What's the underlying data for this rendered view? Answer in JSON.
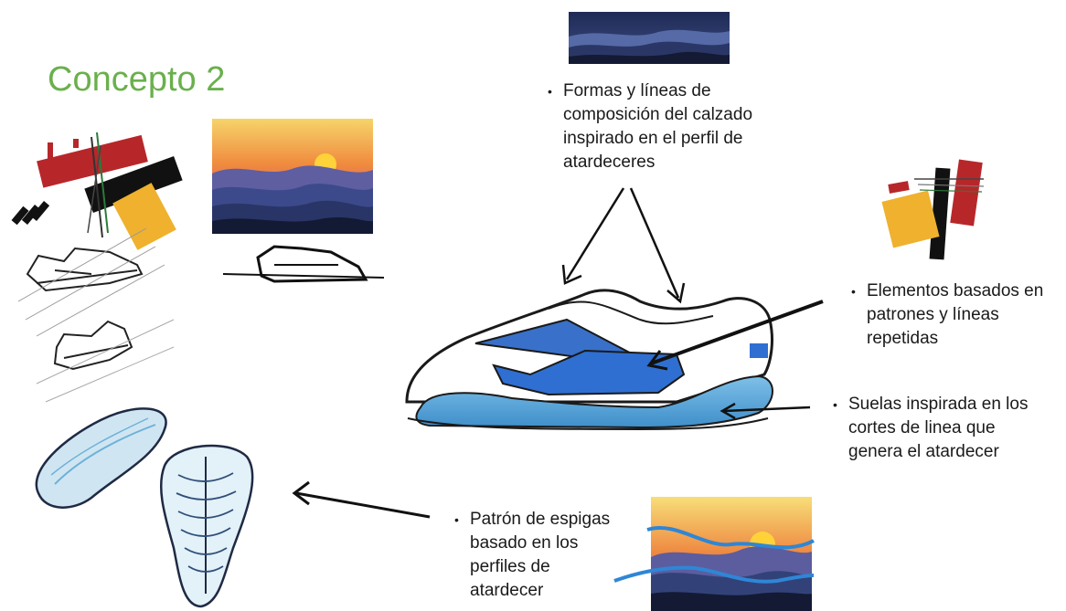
{
  "title": "Concepto 2",
  "notes": {
    "forms": [
      "Formas y líneas de",
      "composición  del calzado",
      "inspirado en el perfil de",
      "atardeceres"
    ],
    "elements": [
      "Elementos basados en",
      "patrones y líneas",
      "repetidas"
    ],
    "soles": [
      "Suelas inspirada en los",
      "cortes de linea que",
      "genera el atardecer"
    ],
    "pattern": [
      "Patrón de espigas",
      "basado en los",
      "perfiles de",
      "atardecer"
    ]
  },
  "bullet": "•",
  "colors": {
    "title": "#6ab04c",
    "red": "#b7272a",
    "yellow": "#efb12e",
    "black": "#111111",
    "shoe_blue": "#2f6fd1",
    "sole_blue": "#5aa8da",
    "sky_orange": "#f08a3e",
    "sun": "#ffd23a",
    "mountain": "#3d4d86"
  }
}
